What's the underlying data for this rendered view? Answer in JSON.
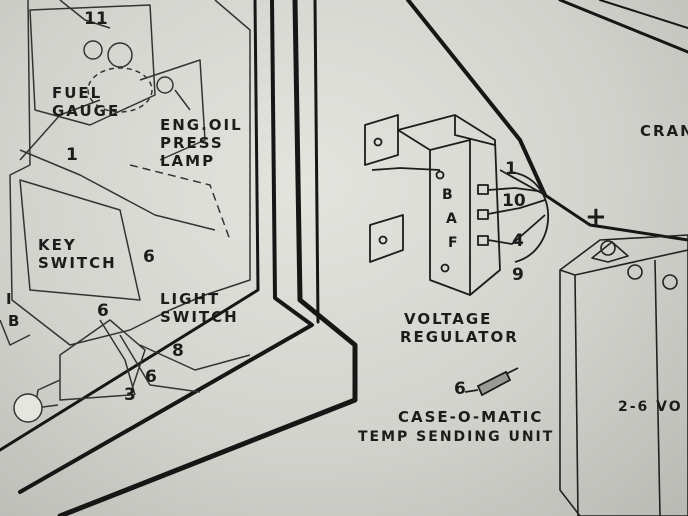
{
  "labels": {
    "fuel_gauge": [
      "FUEL",
      "GAUGE"
    ],
    "eng_oil_press_lamp": [
      "ENG.OIL",
      "PRESS",
      "LAMP"
    ],
    "key_switch": [
      "KEY",
      "SWITCH"
    ],
    "light_switch": [
      "LIGHT",
      "SWITCH"
    ],
    "voltage_regulator": [
      "VOLTAGE",
      "REGULATOR"
    ],
    "case_o_matic": "CASE-O-MATIC",
    "temp_sending_unit": "TEMP SENDING UNIT",
    "cranking_partial": "CRAN",
    "battery_partial": "2-6 VO",
    "battery_plus": "+",
    "left_b": "B",
    "left_i": "I"
  },
  "regulator_terminals": [
    "B",
    "A",
    "F"
  ],
  "wire_numbers": {
    "w1_fuel": "1",
    "w6_key": "6",
    "w6_light_top": "6",
    "w6_light_low": "6",
    "w3": "3",
    "w8": "8",
    "w6_temp": "6",
    "w1_reg": "1",
    "w10": "10",
    "w4": "4",
    "w9": "9",
    "w11": "11"
  }
}
